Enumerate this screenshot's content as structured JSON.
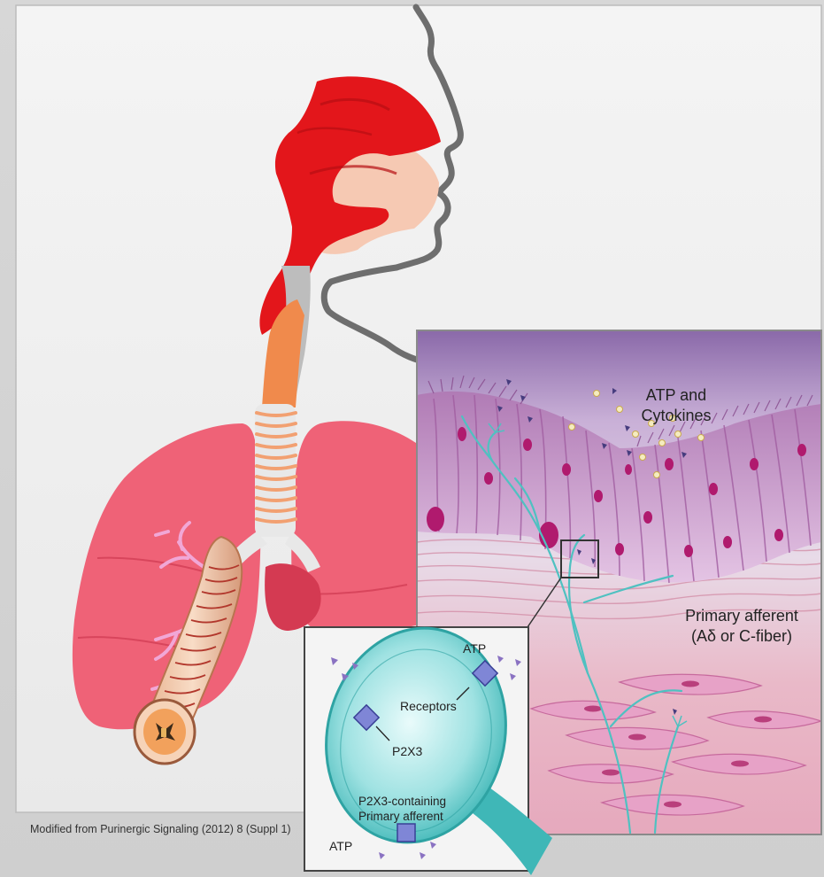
{
  "labels": {
    "atp_cytokines_line1": "ATP and",
    "atp_cytokines_line2": "Cytokines",
    "primary_afferent_line1": "Primary afferent",
    "primary_afferent_line2": "(Aδ or C-fiber)",
    "atp_top": "ATP",
    "receptors": "Receptors",
    "p2x3": "P2X3",
    "p2x3_containing_line1": "P2X3-containing",
    "p2x3_containing_line2": "Primary afferent",
    "atp_bottom": "ATP"
  },
  "caption": "Modified from Purinergic Signaling (2012) 8 (Suppl 1)",
  "colors": {
    "upper_airway": "#e3161b",
    "nasal_tissue": "#f6c9b3",
    "trachea": "#f08a4c",
    "lungs": "#ef6277",
    "epithelium": "#c98bc1",
    "nucleus": "#b01a6e",
    "nerve_fiber": "#4fc1c1",
    "receptor": "#7f86d6",
    "face_outline": "#6e6e6e"
  }
}
